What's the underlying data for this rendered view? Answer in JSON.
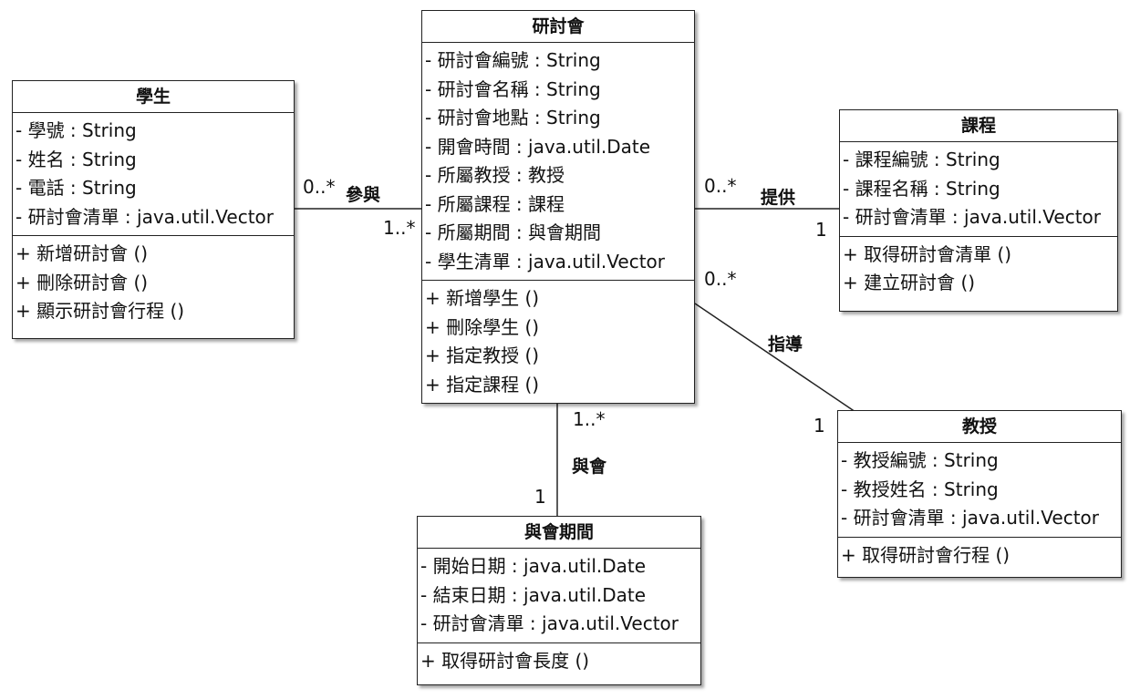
{
  "classes": {
    "student": {
      "name": "學生",
      "attributes": [
        "- 學號 : String",
        "- 姓名 : String",
        "- 電話 : String",
        "- 研討會清單 : java.util.Vector"
      ],
      "operations": [
        "+ 新增研討會 ()",
        "+ 刪除研討會 ()",
        "+ 顯示研討會行程 ()"
      ]
    },
    "seminar": {
      "name": "研討會",
      "attributes": [
        "- 研討會編號 : String",
        "- 研討會名稱 : String",
        "- 研討會地點 : String",
        "- 開會時間 : java.util.Date",
        "- 所屬教授 : 教授",
        "- 所屬課程 : 課程",
        "- 所屬期間 : 與會期間",
        "- 學生清單 : java.util.Vector"
      ],
      "operations": [
        "+ 新增學生 ()",
        "+ 刪除學生 ()",
        "+ 指定教授 ()",
        "+ 指定課程 ()"
      ]
    },
    "course": {
      "name": "課程",
      "attributes": [
        "- 課程編號 : String",
        "- 課程名稱 : String",
        "- 研討會清單 : java.util.Vector"
      ],
      "operations": [
        "+ 取得研討會清單 ()",
        "+ 建立研討會 ()"
      ]
    },
    "professor": {
      "name": "教授",
      "attributes": [
        "- 教授編號 : String",
        "- 教授姓名 : String",
        "- 研討會清單 : java.util.Vector"
      ],
      "operations": [
        "+ 取得研討會行程 ()"
      ]
    },
    "period": {
      "name": "與會期間",
      "attributes": [
        "- 開始日期 : java.util.Date",
        "- 結束日期 : java.util.Date",
        "- 研討會清單 : java.util.Vector"
      ],
      "operations": [
        "+ 取得研討會長度 ()"
      ]
    }
  },
  "associations": {
    "participate": {
      "name": "參與",
      "student_mult": "0..*",
      "seminar_mult": "1..*"
    },
    "offer": {
      "name": "提供",
      "seminar_mult": "0..*",
      "course_mult": "1"
    },
    "guide": {
      "name": "指導",
      "seminar_mult": "0..*",
      "professor_mult": "1"
    },
    "attend": {
      "name": "與會",
      "seminar_mult": "1..*",
      "period_mult": "1"
    }
  }
}
